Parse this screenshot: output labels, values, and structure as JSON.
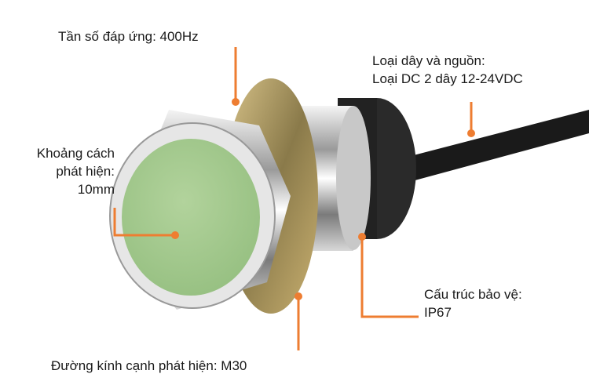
{
  "accent_color": "#ee7d31",
  "callouts": {
    "frequency": "Tần số đáp ứng: 400Hz",
    "wire_line1": "Loại dây và nguồn:",
    "wire_line2": "Loại DC 2 dây 12-24VDC",
    "distance_line1": "Khoảng cách",
    "distance_line2": "phát hiện:",
    "distance_line3": "10mm",
    "protection_line1": "Cấu trúc bảo vệ:",
    "protection_line2": "IP67",
    "diameter": "Đường kính cạnh phát hiện: M30"
  }
}
